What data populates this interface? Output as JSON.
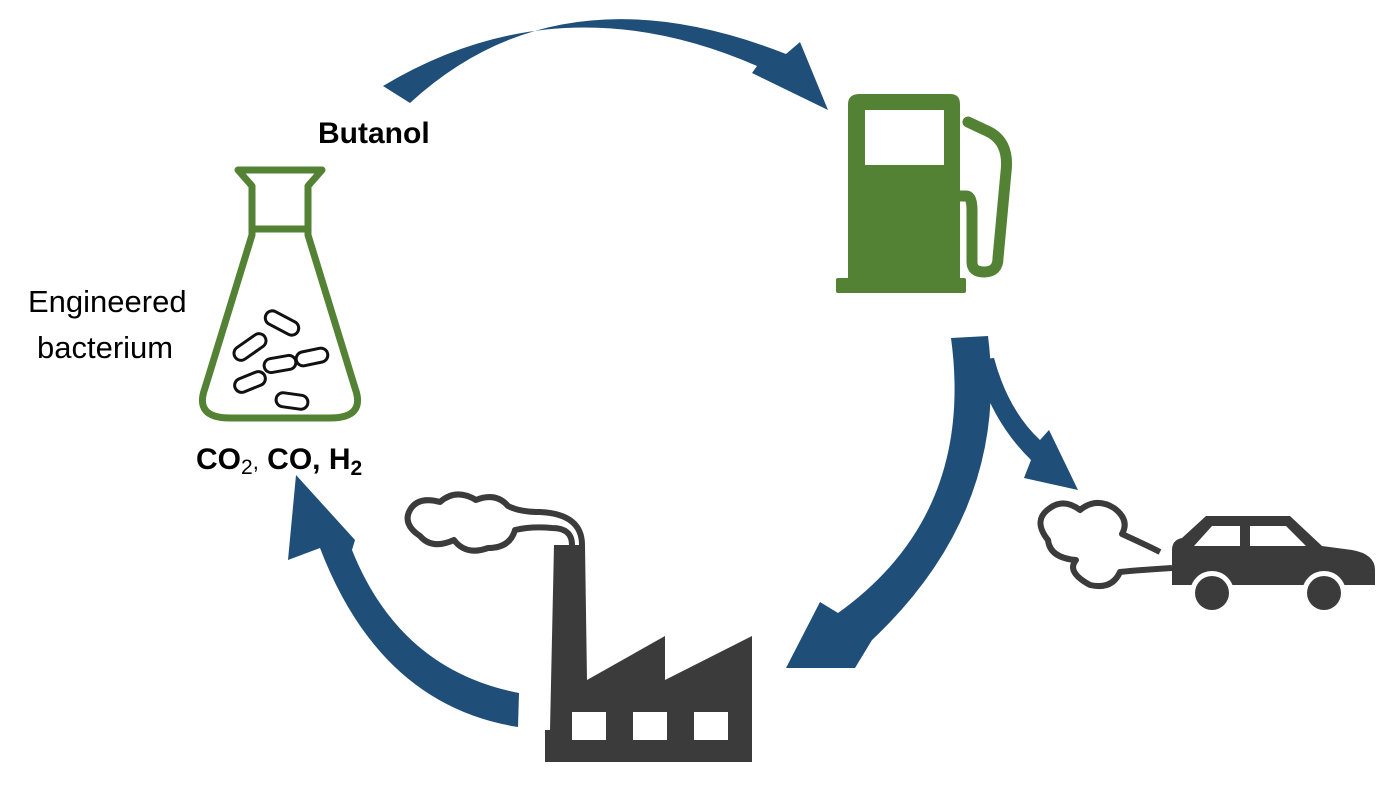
{
  "labels": {
    "product": "Butanol",
    "organism_line1": "Engineered",
    "organism_line2": "bacterium",
    "gas_co2_base": "CO",
    "gas_co2_sub": "2",
    "gas_sep1": ",",
    "gas_co": " CO,",
    "gas_h2_base": " H",
    "gas_h2_sub": "2"
  },
  "icons": {
    "flask": "flask-icon",
    "bacterium": "bacterium-icon",
    "fuel_pump": "fuel-pump-icon",
    "car": "car-icon",
    "factory": "factory-icon",
    "smoke": "smoke-icon"
  },
  "colors": {
    "arrow": "#1f4e79",
    "green": "#548235",
    "dark": "#3b3b3b",
    "text": "#000000"
  }
}
